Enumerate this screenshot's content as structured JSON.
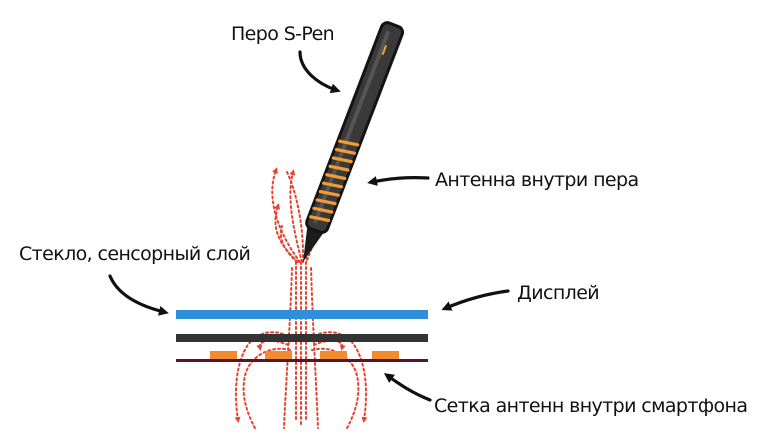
{
  "labels": {
    "pen": "Перо S-Pen",
    "pen_antenna": "Антенна внутри пера",
    "glass_layer": "Стекло, сенсорный слой",
    "display": "Дисплей",
    "antenna_grid": "Сетка антенн внутри смартфона"
  },
  "colors": {
    "pen_body": "#3a3a3a",
    "pen_edge": "#141414",
    "pen_coil": "#f39c32",
    "field_lines": "#e8422f",
    "glass": "#2f8fd8",
    "display": "#333333",
    "antenna_pads": "#f28a2e",
    "base_line": "#5a1428",
    "arrows": "#111111"
  }
}
